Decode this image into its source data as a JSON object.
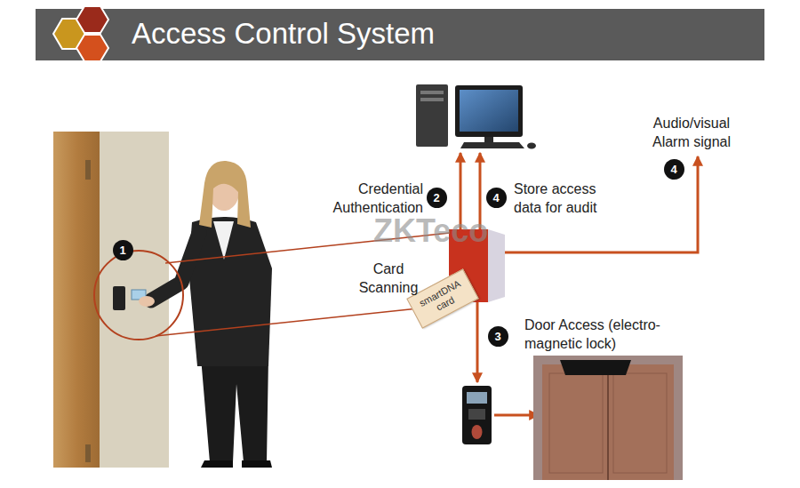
{
  "diagram": {
    "title": "Access Control System",
    "nodes": [
      {
        "text": [
          "4"
        ]
      },
      {
        "text": [
          "2"
        ]
      },
      {
        "text": [
          "4"
        ]
      },
      {
        "text": [
          "1"
        ]
      },
      {
        "text": [
          "smartDNA card"
        ]
      },
      {
        "text": [
          "3"
        ]
      }
    ],
    "labels": [
      "Audio/visual Alarm signal",
      "Credential Authentication",
      "Store access data for audit",
      "ZKTeco",
      "Card Scanning",
      "Door Access (electro-magnetic lock)"
    ]
  }
}
